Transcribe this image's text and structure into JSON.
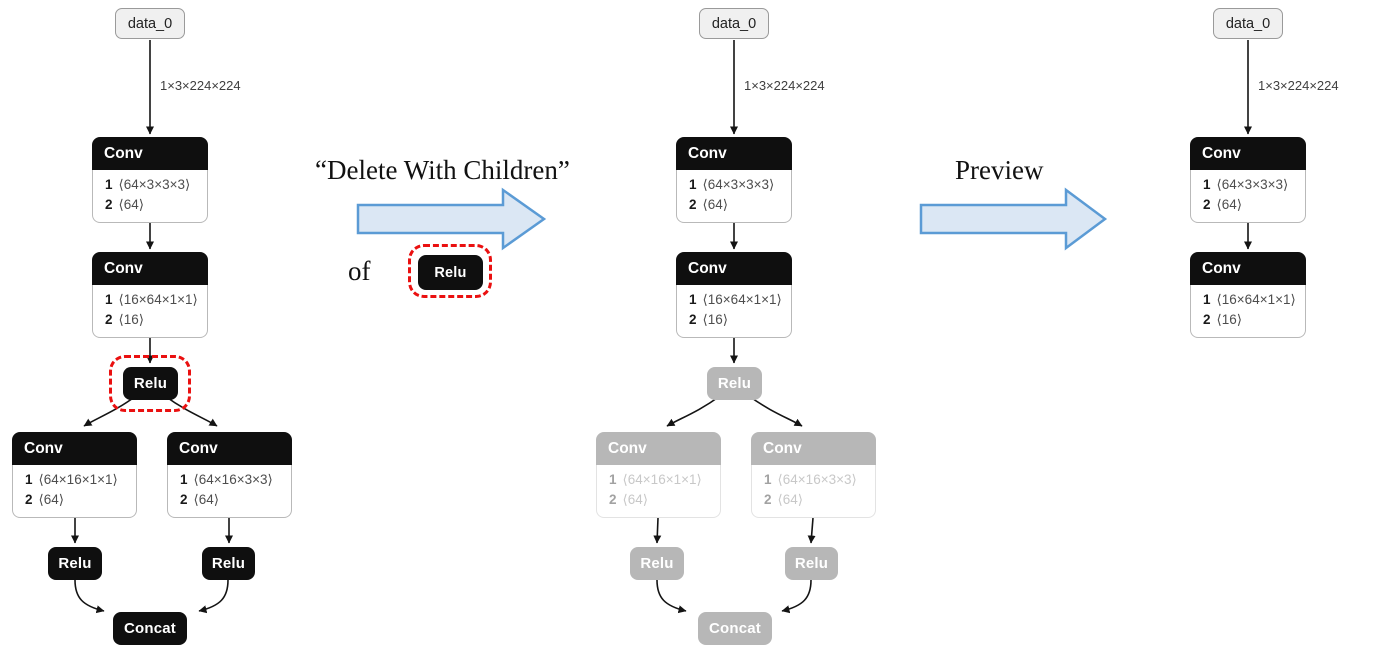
{
  "captions": {
    "operation": "“Delete With Children”",
    "of": "of",
    "target": "Relu",
    "preview": "Preview"
  },
  "graphs": {
    "left": {
      "input": "data_0",
      "edge_label": "1×3×224×224",
      "conv1": {
        "title": "Conv",
        "rows": [
          {
            "idx": "1",
            "val": "⟨64×3×3×3⟩"
          },
          {
            "idx": "2",
            "val": "⟨64⟩"
          }
        ]
      },
      "conv2": {
        "title": "Conv",
        "rows": [
          {
            "idx": "1",
            "val": "⟨16×64×1×1⟩"
          },
          {
            "idx": "2",
            "val": "⟨16⟩"
          }
        ]
      },
      "relu": "Relu",
      "conv_branch_left": {
        "title": "Conv",
        "rows": [
          {
            "idx": "1",
            "val": "⟨64×16×1×1⟩"
          },
          {
            "idx": "2",
            "val": "⟨64⟩"
          }
        ]
      },
      "conv_branch_right": {
        "title": "Conv",
        "rows": [
          {
            "idx": "1",
            "val": "⟨64×16×3×3⟩"
          },
          {
            "idx": "2",
            "val": "⟨64⟩"
          }
        ]
      },
      "relu_left": "Relu",
      "relu_right": "Relu",
      "concat": "Concat"
    },
    "middle": {
      "input": "data_0",
      "edge_label": "1×3×224×224",
      "conv1": {
        "title": "Conv",
        "rows": [
          {
            "idx": "1",
            "val": "⟨64×3×3×3⟩"
          },
          {
            "idx": "2",
            "val": "⟨64⟩"
          }
        ]
      },
      "conv2": {
        "title": "Conv",
        "rows": [
          {
            "idx": "1",
            "val": "⟨16×64×1×1⟩"
          },
          {
            "idx": "2",
            "val": "⟨16⟩"
          }
        ]
      },
      "relu": "Relu",
      "conv_branch_left": {
        "title": "Conv",
        "rows": [
          {
            "idx": "1",
            "val": "⟨64×16×1×1⟩"
          },
          {
            "idx": "2",
            "val": "⟨64⟩"
          }
        ]
      },
      "conv_branch_right": {
        "title": "Conv",
        "rows": [
          {
            "idx": "1",
            "val": "⟨64×16×3×3⟩"
          },
          {
            "idx": "2",
            "val": "⟨64⟩"
          }
        ]
      },
      "relu_left": "Relu",
      "relu_right": "Relu",
      "concat": "Concat"
    },
    "right": {
      "input": "data_0",
      "edge_label": "1×3×224×224",
      "conv1": {
        "title": "Conv",
        "rows": [
          {
            "idx": "1",
            "val": "⟨64×3×3×3⟩"
          },
          {
            "idx": "2",
            "val": "⟨64⟩"
          }
        ]
      },
      "conv2": {
        "title": "Conv",
        "rows": [
          {
            "idx": "1",
            "val": "⟨16×64×1×1⟩"
          },
          {
            "idx": "2",
            "val": "⟨16⟩"
          }
        ]
      }
    }
  },
  "colors": {
    "node-black": "#0f0f0f",
    "node-border": "#b9b9b9",
    "input-fill": "#f0f0f0",
    "input-border": "#9a9a9a",
    "ghost-fill": "#b7b7b7",
    "ghost-text": "#ffffff",
    "ghost-border": "#e3e3e3",
    "ghost-idx": "#a2a2a2",
    "ghost-value": "#c8c8c8",
    "param-idx": "#1a1a1a",
    "param-val": "#4d4d4d",
    "edge-black": "#141414",
    "edge-label": "#3f3f3f",
    "highlight-red": "#ea1010",
    "arrow-fill": "#dbe7f4",
    "arrow-stroke": "#5b9bd5",
    "caption-text": "#111111"
  }
}
